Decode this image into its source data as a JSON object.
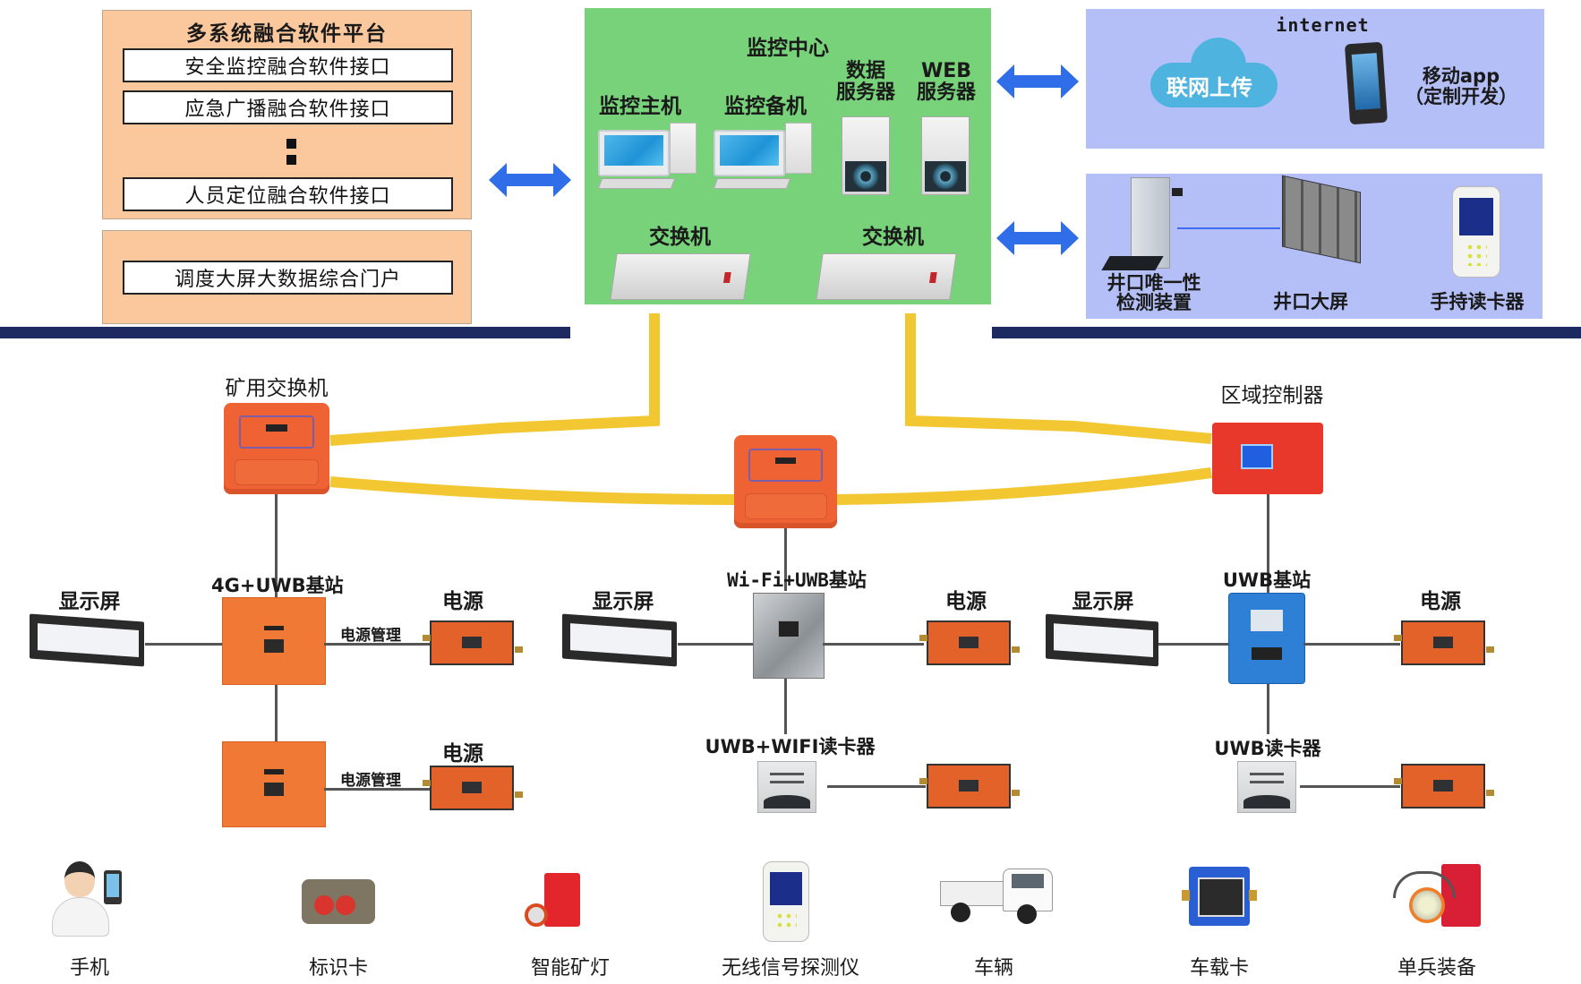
{
  "software_platform": {
    "title": "多系统融合软件平台",
    "interfaces": [
      "安全监控融合软件接口",
      "应急广播融合软件接口",
      "人员定位融合软件接口"
    ],
    "ellipsis": "⋮",
    "portal": "调度大屏大数据综合门户"
  },
  "monitoring_center": {
    "title": "监控中心",
    "host": "监控主机",
    "backup": "监控备机",
    "data_server": [
      "数据",
      "服务器"
    ],
    "web_server": [
      "WEB",
      "服务器"
    ],
    "switch_left": "交换机",
    "switch_right": "交换机"
  },
  "internet_panel": {
    "title": "internet",
    "cloud_label": "联网上传",
    "app_label": [
      "移动app",
      "（定制开发）"
    ]
  },
  "shaft_panel": {
    "detector": [
      "井口唯一性",
      "检测装置"
    ],
    "big_screen": "井口大屏",
    "handheld_reader": "手持读卡器"
  },
  "ring": {
    "mine_switch": "矿用交换机",
    "area_controller": "区域控制器"
  },
  "branch_left": {
    "display": "显示屏",
    "base_station": "4G+UWB基站",
    "power_mgmt": "电源管理",
    "power": "电源",
    "power2": "电源",
    "power_mgmt2": "电源管理"
  },
  "branch_middle": {
    "display": "显示屏",
    "base_station": "Wi-Fi+UWB基站",
    "power": "电源",
    "reader": "UWB+WIFI读卡器"
  },
  "branch_right": {
    "display": "显示屏",
    "base_station": "UWB基站",
    "power": "电源",
    "reader": "UWB读卡器"
  },
  "terminals": [
    {
      "label": "手机",
      "icon": "person-phone"
    },
    {
      "label": "标识卡",
      "icon": "id-card"
    },
    {
      "label": "智能矿灯",
      "icon": "miner-lamp"
    },
    {
      "label": "无线信号探测仪",
      "icon": "signal-detector"
    },
    {
      "label": "车辆",
      "icon": "truck"
    },
    {
      "label": "车载卡",
      "icon": "vehicle-card"
    },
    {
      "label": "单兵装备",
      "icon": "soldier-equipment"
    }
  ],
  "colors": {
    "platform_panel": "#fbc89d",
    "center_panel": "#77d27a",
    "internet_panel": "#b4bff7",
    "divider": "#1d2a62",
    "ring_cable": "#f2c731",
    "arrow": "#2f6ee8"
  }
}
